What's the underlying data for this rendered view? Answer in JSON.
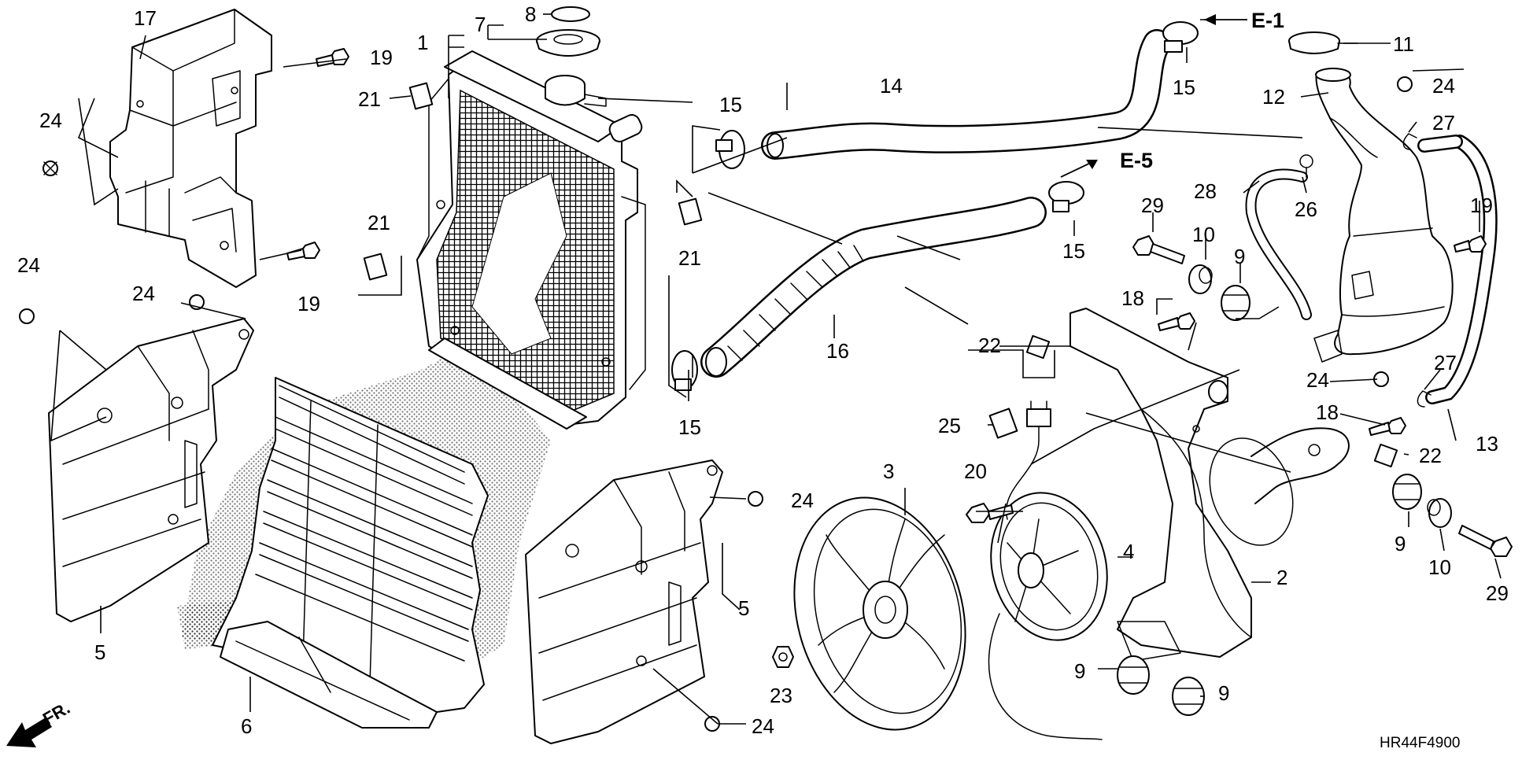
{
  "diagram": {
    "part_numbers": [
      "1",
      "2",
      "3",
      "4",
      "5",
      "6",
      "7",
      "8",
      "9",
      "10",
      "11",
      "12",
      "13",
      "14",
      "15",
      "16",
      "17",
      "18",
      "19",
      "20",
      "21",
      "22",
      "23",
      "24",
      "25",
      "26",
      "27",
      "28",
      "29"
    ],
    "references": {
      "e1": "E-1",
      "e5": "E-5"
    },
    "front_marker": "FR.",
    "drawing_code": "HR44F4900"
  }
}
